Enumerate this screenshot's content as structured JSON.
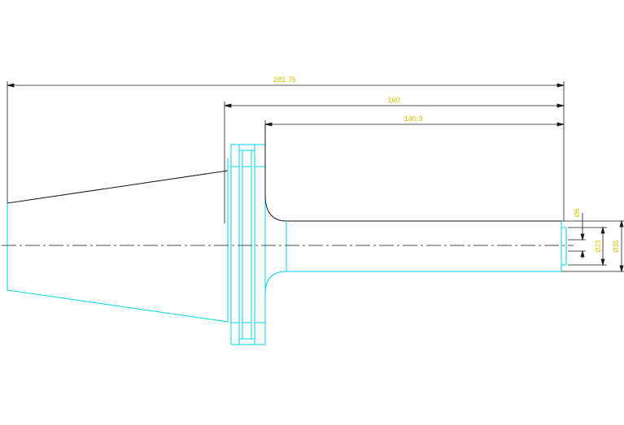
{
  "drawing": {
    "colors": {
      "background": "#ffffff",
      "geometry": "#00d5e8",
      "dimension_line": "#1a1a1a",
      "dimension_text": "#d8c400",
      "centerline": "#1a1a1a"
    },
    "dimensions": {
      "overall_length": "281.75",
      "flange_to_end": "160",
      "shank_length": "140.9",
      "dia_small": "Ø6",
      "dia_mid": "Ø23",
      "dia_large": "Ø35"
    }
  }
}
